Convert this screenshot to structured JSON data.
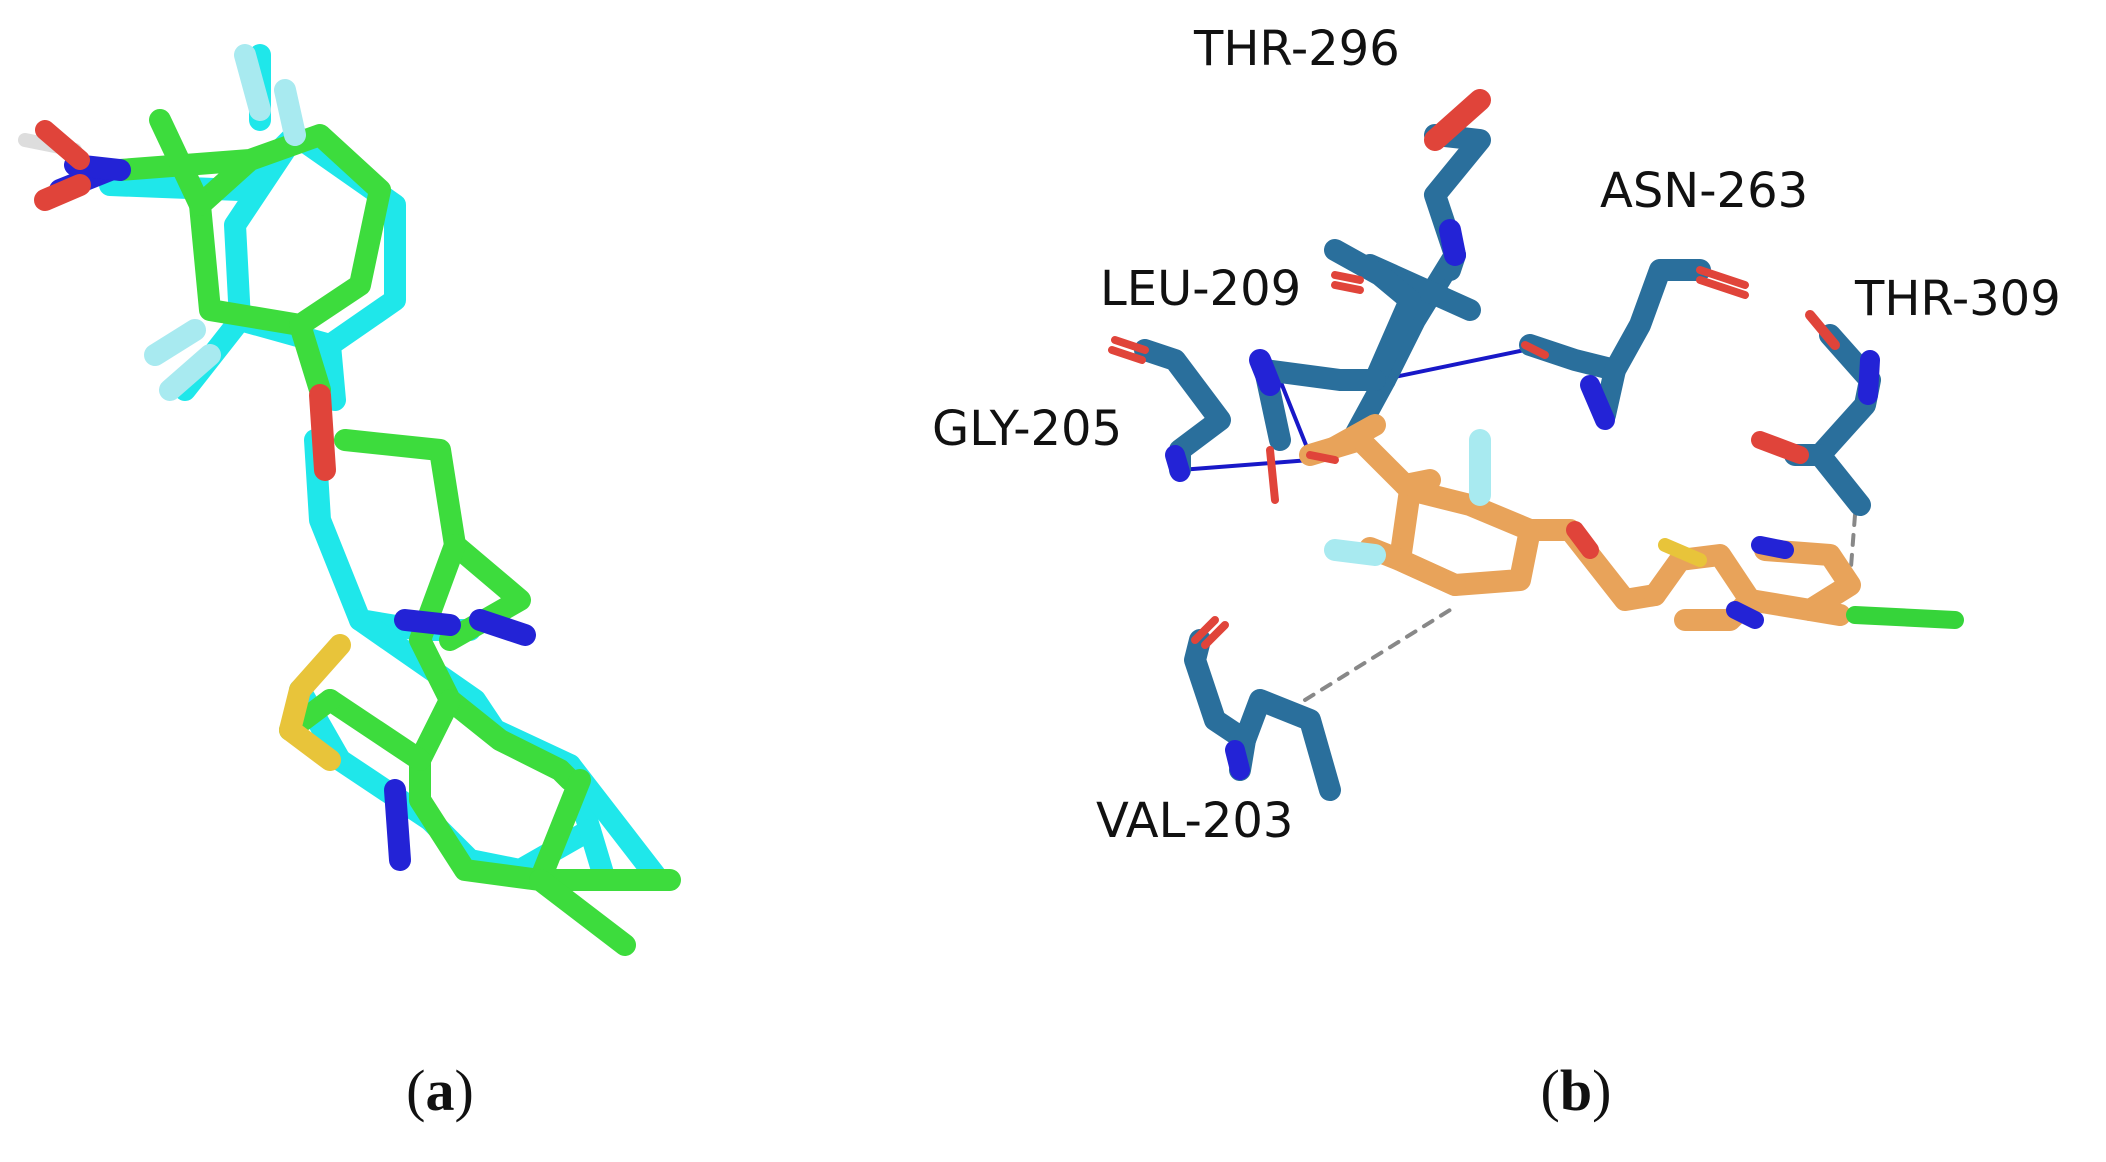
{
  "colors": {
    "ligand_green": "#3ddc3d",
    "ligand_cyan": "#1fe7ea",
    "ligand_orange": "#e8a35a",
    "residue_blue": "#2a6f9c",
    "nitrogen": "#2323d6",
    "oxygen": "#e0443a",
    "sulfur": "#e8c43a",
    "fluorine_cyan": "#a8eaf0",
    "chlorine": "#36d43a",
    "hbond_line": "#1818c8",
    "hydrophobic_dash": "#888888"
  },
  "panel_a": {
    "caption_open": "(",
    "caption_letter": "a",
    "caption_close": ")"
  },
  "panel_b": {
    "caption_open": "(",
    "caption_letter": "b",
    "caption_close": ")",
    "residues": [
      {
        "id": "thr296",
        "label": "THR-296"
      },
      {
        "id": "asn263",
        "label": "ASN-263"
      },
      {
        "id": "leu209",
        "label": "LEU-209"
      },
      {
        "id": "thr309",
        "label": "THR-309"
      },
      {
        "id": "gly205",
        "label": "GLY-205"
      },
      {
        "id": "val203",
        "label": "VAL-203"
      }
    ]
  }
}
